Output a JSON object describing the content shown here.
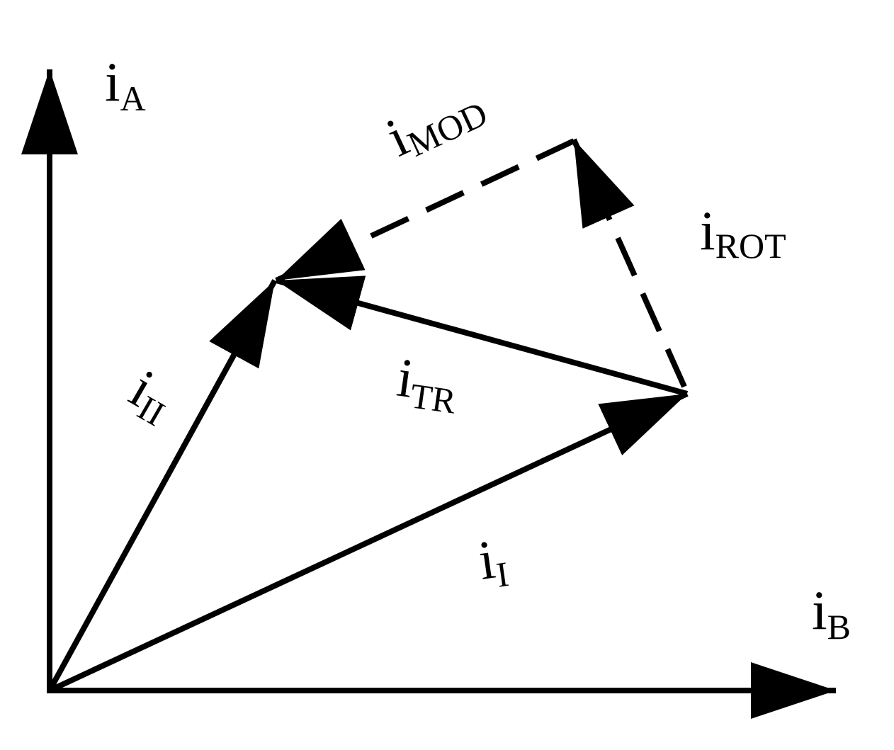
{
  "colors": {
    "ink": "#000000",
    "background": "#ffffff"
  },
  "labels": {
    "i_a": {
      "main": "i",
      "sub": "A"
    },
    "i_b": {
      "main": "i",
      "sub": "B"
    },
    "i_mod": {
      "main": "i",
      "sub": "MOD"
    },
    "i_rot": {
      "main": "i",
      "sub": "ROT"
    },
    "i_ii": {
      "main": "i",
      "sub": "II"
    },
    "i_tr": {
      "main": "i",
      "sub": "TR"
    },
    "i_i": {
      "main": "i",
      "sub": "I"
    }
  }
}
